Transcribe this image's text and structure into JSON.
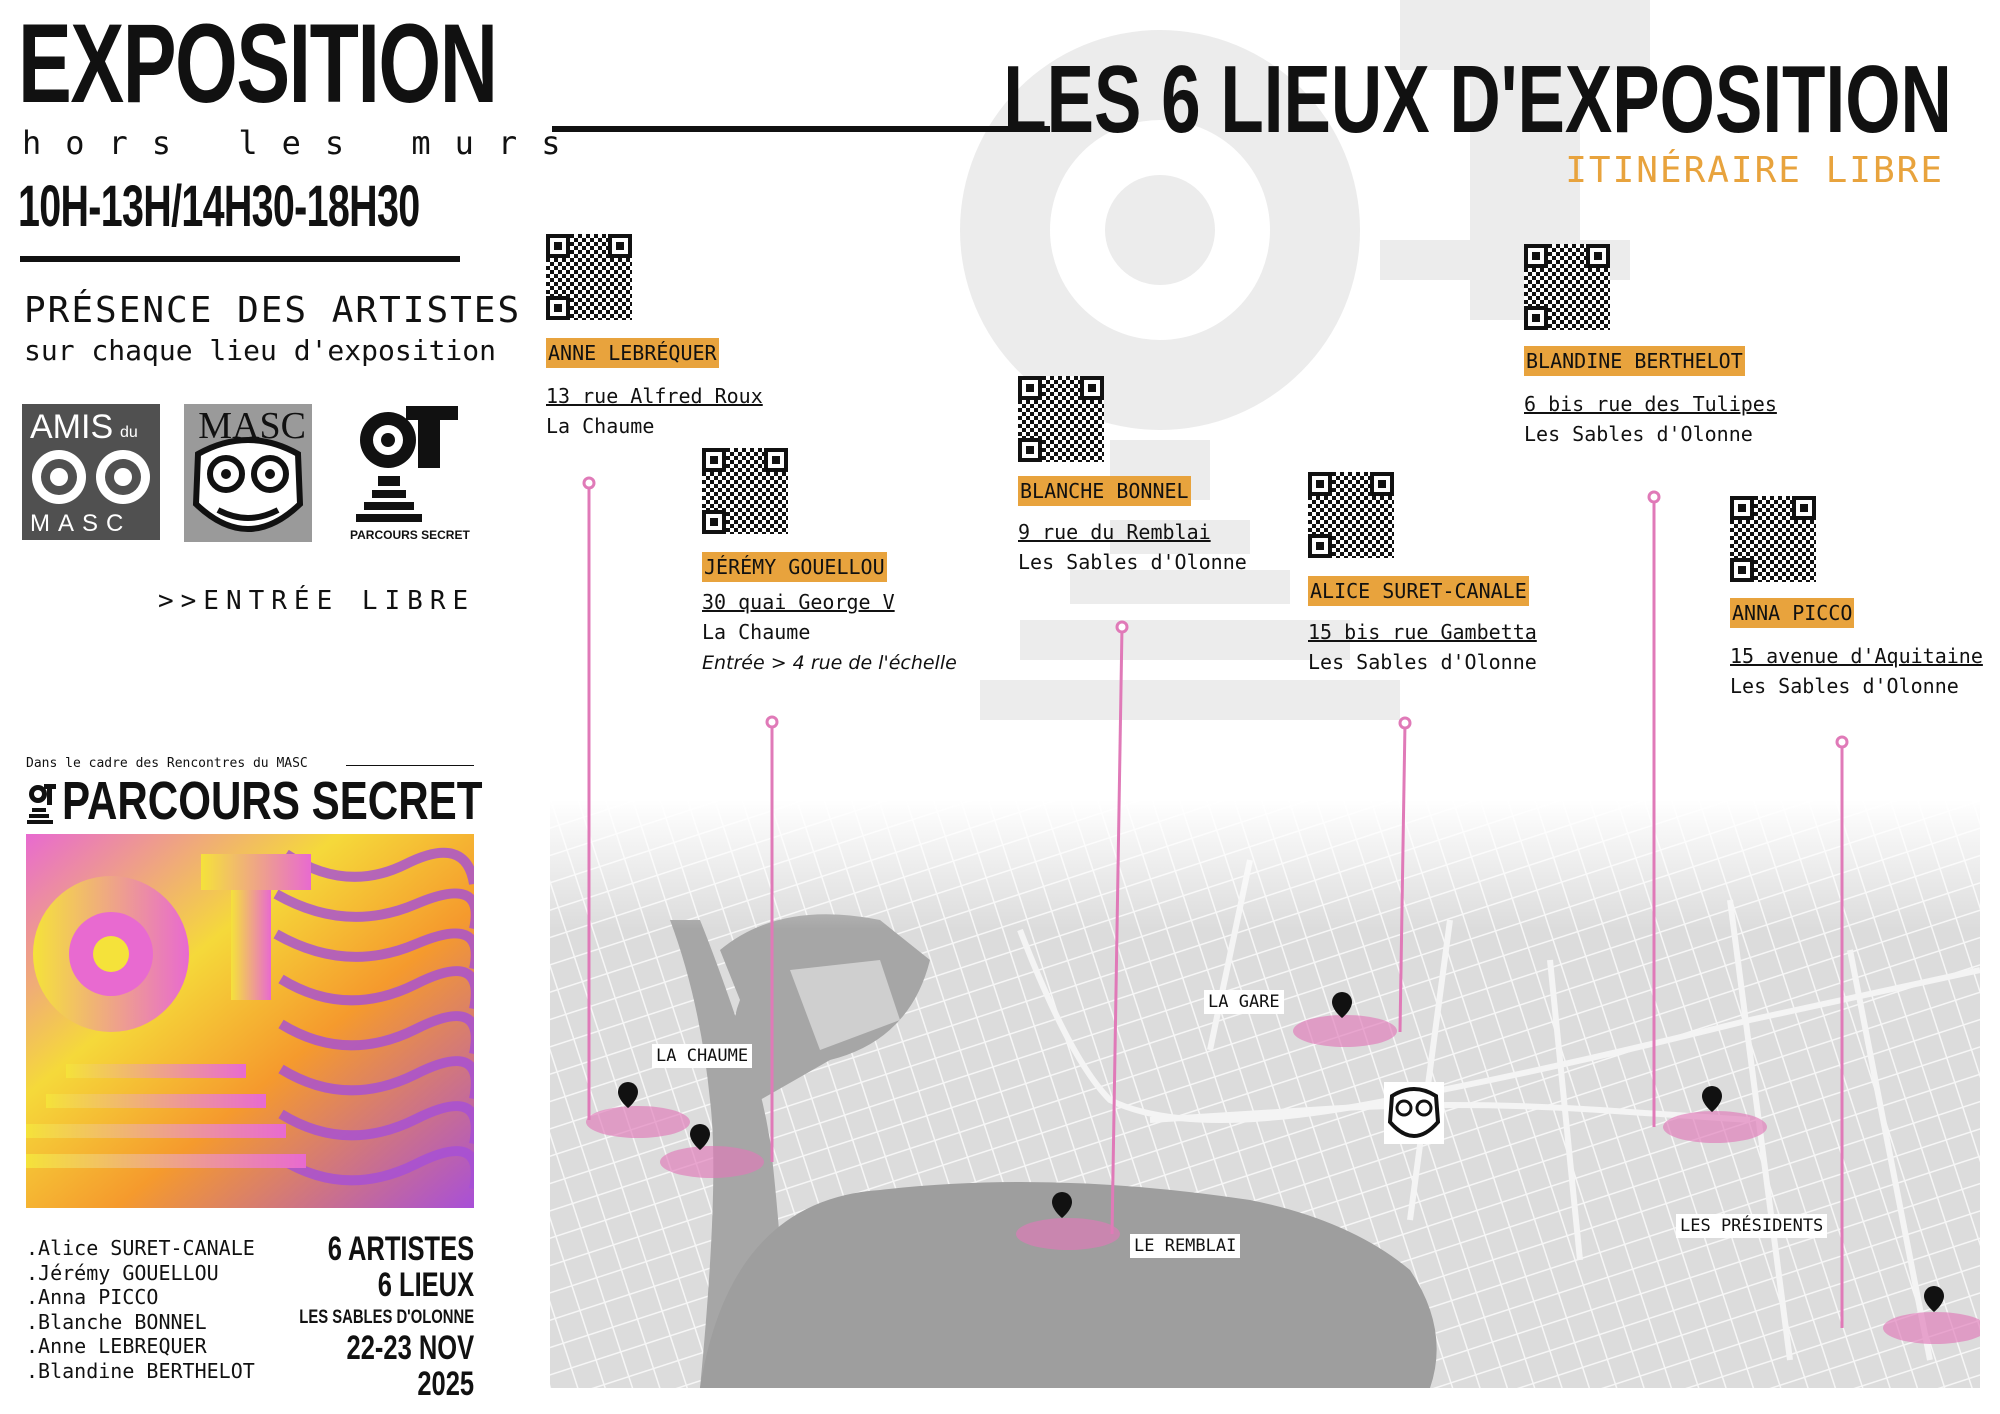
{
  "header": {
    "title": "EXPOSITION",
    "subtitle": "hors les murs",
    "hours": "10H-13H/14H30-18H30",
    "presence": "PRÉSENCE DES ARTISTES",
    "presence_sub": "sur chaque lieu d'exposition",
    "entree": ">>ENTRÉE LIBRE"
  },
  "logos": {
    "amis_top": "AMIS",
    "amis_du": "du",
    "amis_bottom": "MASC",
    "masc": "MASC",
    "parcours": "PARCOURS SECRET"
  },
  "parcours_block": {
    "cadre": "Dans le cadre des Rencontres du MASC",
    "title": "PARCOURS SECRET"
  },
  "artists": [
    ".Alice SURET-CANALE",
    ".Jérémy GOUELLOU",
    ".Anna PICCO",
    ".Blanche BONNEL",
    ".Anne LEBREQUER",
    ".Blandine BERTHELOT"
  ],
  "summary": {
    "artists": "6 ARTISTES",
    "lieux": "6 LIEUX",
    "city": "LES SABLES D'OLONNE",
    "dates": "22-23 NOV",
    "year": "2025"
  },
  "main": {
    "title": "LES 6 LIEUX D'EXPOSITION",
    "itineraire": "ITINÉRAIRE LIBRE"
  },
  "venues": [
    {
      "name": "ANNE LEBRÉQUER",
      "address": "13 rue Alfred Roux",
      "city": "La Chaume"
    },
    {
      "name": "JÉRÉMY GOUELLOU",
      "address": "30 quai George V",
      "city": "La Chaume",
      "note": "Entrée >  4 rue de l'échelle"
    },
    {
      "name": "BLANCHE BONNEL",
      "address": "9 rue du Remblai",
      "city": "Les Sables d'Olonne"
    },
    {
      "name": "ALICE SURET-CANALE",
      "address": "15 bis rue Gambetta",
      "city": "Les Sables d'Olonne"
    },
    {
      "name": "BLANDINE BERTHELOT",
      "address": "6 bis rue des Tulipes",
      "city": "Les Sables d'Olonne"
    },
    {
      "name": "ANNA PICCO",
      "address": "15 avenue d'Aquitaine",
      "city": "Les Sables d'Olonne"
    }
  ],
  "map_labels": {
    "la_chaume": "LA CHAUME",
    "la_gare": "LA GARE",
    "le_remblai": "LE REMBLAI",
    "les_presidents": "LES PRÉSIDENTS"
  },
  "colors": {
    "accent_orange": "#e8a33d",
    "pin_pink": "#e07ab8",
    "text": "#111111"
  }
}
